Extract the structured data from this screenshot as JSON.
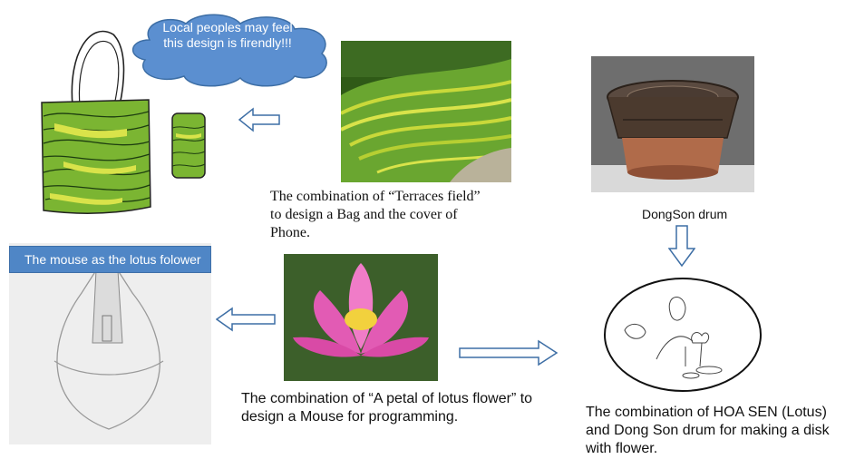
{
  "speech_bubble": {
    "text": "Local peoples may feel  this design is firendly!!!"
  },
  "captions": {
    "terraces": "The combination of “Terraces field” to design a Bag and the cover of Phone.",
    "dongson_label": "DongSon drum",
    "lotus": "The combination of “A petal of lotus flower” to design a Mouse for programming.",
    "disk": "The combination of HOA SEN (Lotus) and Dong Son drum for making a disk with flower."
  },
  "mouse_banner": {
    "label": "The mouse as the lotus folower"
  },
  "colors": {
    "arrow_stroke": "#3d6ea5",
    "bubble_fill": "#5b8fd0",
    "banner_fill": "#4f86c6",
    "terrace_green": "#6aa630"
  }
}
